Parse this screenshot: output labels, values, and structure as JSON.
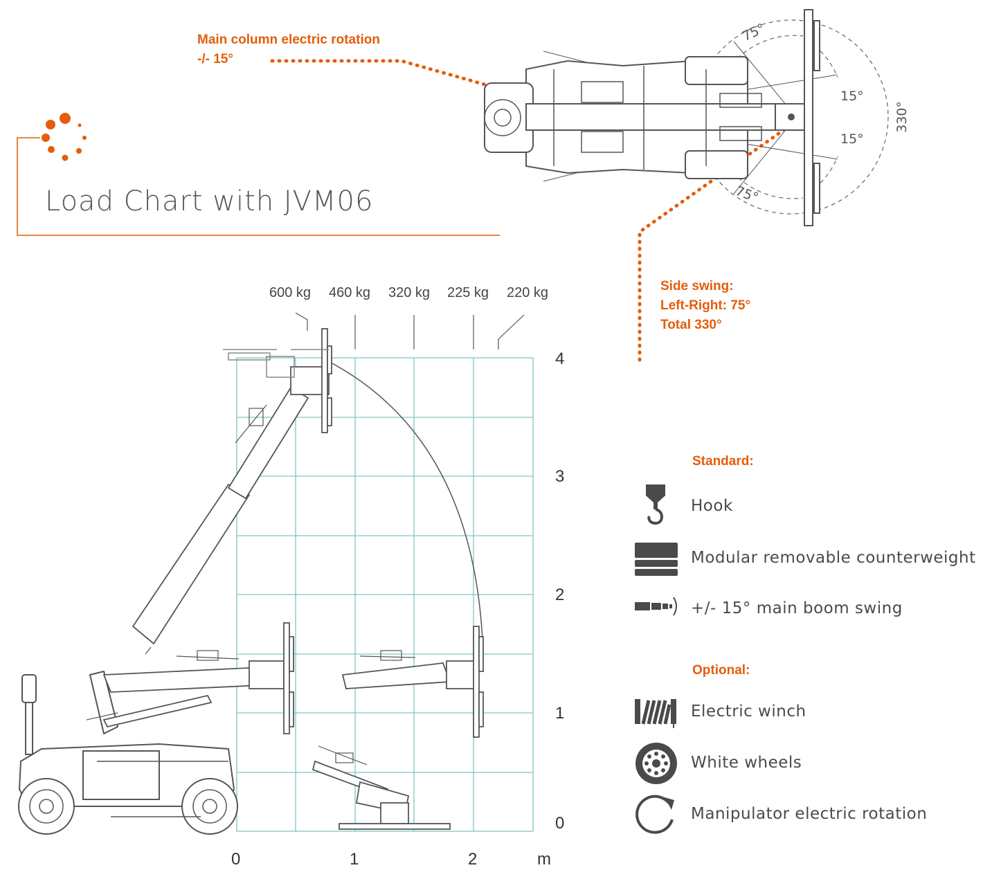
{
  "header": {
    "title": "Load Chart with JVM06"
  },
  "callouts": {
    "rotation_line1": "Main column electric rotation",
    "rotation_line2": "-/- 15°",
    "side_swing_line1": "Side swing:",
    "side_swing_line2": "Left-Right: 75°",
    "side_swing_line3": "Total 330°"
  },
  "top_view": {
    "angle_75_top": "75°",
    "angle_15_upper": "15°",
    "angle_15_lower": "15°",
    "angle_75_bottom": "75°",
    "angle_total": "330°"
  },
  "load_chart": {
    "load_labels": [
      "600 kg",
      "460 kg",
      "320 kg",
      "225 kg",
      "220 kg"
    ],
    "y_ticks": [
      "4",
      "3",
      "2",
      "1",
      "0"
    ],
    "x_ticks": [
      "0",
      "1",
      "2"
    ],
    "x_unit": "m"
  },
  "legend": {
    "standard_heading": "Standard:",
    "standard_items": [
      {
        "icon": "hook-icon",
        "label": "Hook"
      },
      {
        "icon": "counterweight-icon",
        "label": "Modular removable counterweight"
      },
      {
        "icon": "boom-swing-icon",
        "label": "+/- 15° main boom swing"
      }
    ],
    "optional_heading": "Optional:",
    "optional_items": [
      {
        "icon": "winch-icon",
        "label": "Electric winch"
      },
      {
        "icon": "wheel-icon",
        "label": "White wheels"
      },
      {
        "icon": "rotation-icon",
        "label": "Manipulator electric rotation"
      }
    ]
  },
  "colors": {
    "accent": "#e35d0a",
    "grid": "#7cc6c6",
    "machine": "#555555",
    "icon": "#4a4a4a"
  }
}
